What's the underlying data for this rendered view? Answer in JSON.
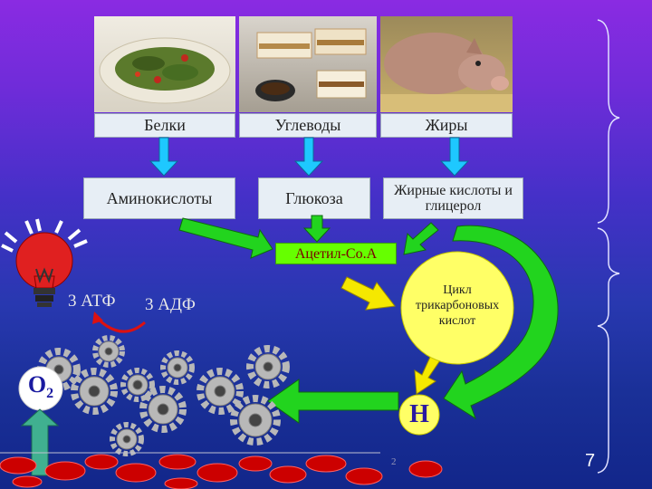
{
  "foods": [
    {
      "label": "Белки"
    },
    {
      "label": "Углеводы"
    },
    {
      "label": "Жиры"
    }
  ],
  "products": [
    {
      "label": "Аминокислоты"
    },
    {
      "label": "Глюкоза"
    },
    {
      "label": "Жирные кислоты и глицерол"
    }
  ],
  "acetyl": {
    "label": "Ацетил-Co.A"
  },
  "cycle": {
    "label": "Цикл трикарбоновых кислот"
  },
  "atp": {
    "label": "3 АТФ"
  },
  "adp": {
    "label": "3 АДФ"
  },
  "oxygen": {
    "label": "O",
    "subscript": "2"
  },
  "hydrogen": {
    "label": "Н"
  },
  "slide": {
    "number": "7",
    "small_mark": "2"
  },
  "colors": {
    "arrow_blue": "#1ec8ff",
    "arrow_green": "#22d41e",
    "arrow_yellow": "#f5e800",
    "cycle_fill": "#ffff66",
    "bulb_red": "#e02020",
    "oxygen_arrow": "#40b090",
    "blood": "#cc0000",
    "gear": "#b8b8b8"
  },
  "icons": {
    "bulb": "light-bulb-icon",
    "gears": "gears-icon"
  }
}
